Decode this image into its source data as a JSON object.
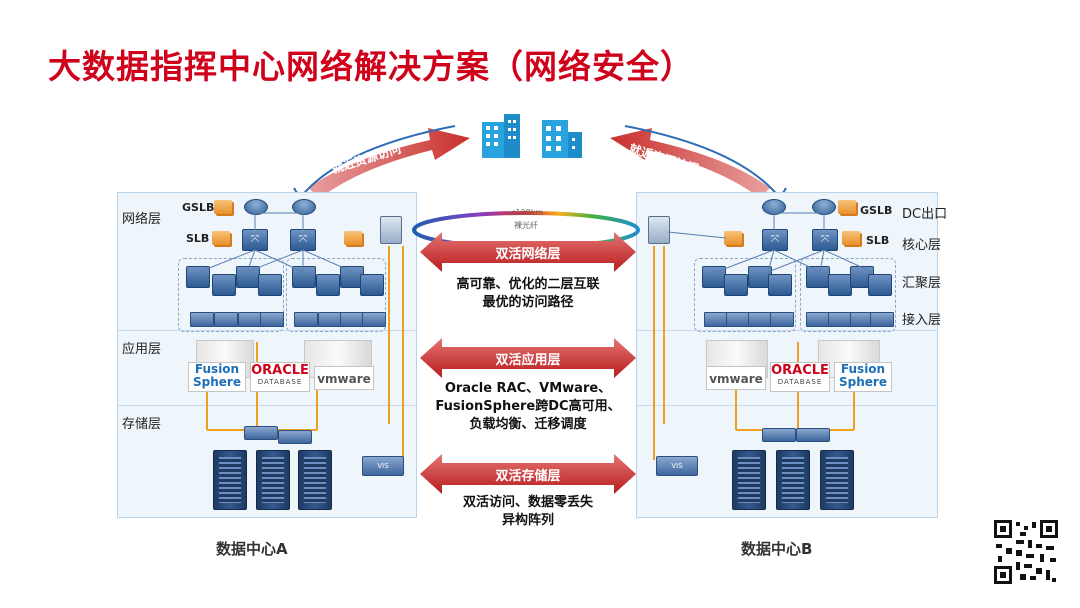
{
  "title": "大数据指挥中心网络解决方案（网络安全）",
  "near_access": "就近资源访问",
  "datacenters": {
    "a": {
      "caption": "数据中心A"
    },
    "b": {
      "caption": "数据中心B"
    }
  },
  "layers_left": {
    "network": "网络层",
    "application": "应用层",
    "storage": "存储层"
  },
  "layers_right": {
    "dc_exit": "DC出口",
    "core": "核心层",
    "aggregation": "汇聚层",
    "access": "接入层"
  },
  "device_labels": {
    "gslb": "GSLB",
    "slb": "SLB",
    "vis": "VIS"
  },
  "vendors": {
    "fusion_line1": "Fusion",
    "fusion_line2": "Sphere",
    "oracle_line1": "ORACLE",
    "oracle_line2": "DATABASE",
    "vmware": "vmware"
  },
  "ring": {
    "line1": "≤100km",
    "line2": "裸光纤"
  },
  "active_active": [
    {
      "label": "双活网络层",
      "desc": [
        "高可靠、优化的二层互联",
        "最优的访问路径"
      ]
    },
    {
      "label": "双活应用层",
      "desc": [
        "Oracle RAC、VMware、",
        "FusionSphere跨DC高可用、",
        "负载均衡、迁移调度"
      ]
    },
    {
      "label": "双活存储层",
      "desc": [
        "双活访问、数据零丢失",
        "异构阵列"
      ]
    }
  ],
  "icons": [
    "building-icon",
    "router-icon",
    "firewall-icon",
    "switch-icon",
    "server-rack-icon",
    "qr-code-icon"
  ],
  "colors": {
    "title": "#d0021b",
    "arrow": "#c9302c",
    "link_blue": "#2e6db6",
    "link_orange": "#f0a020"
  }
}
